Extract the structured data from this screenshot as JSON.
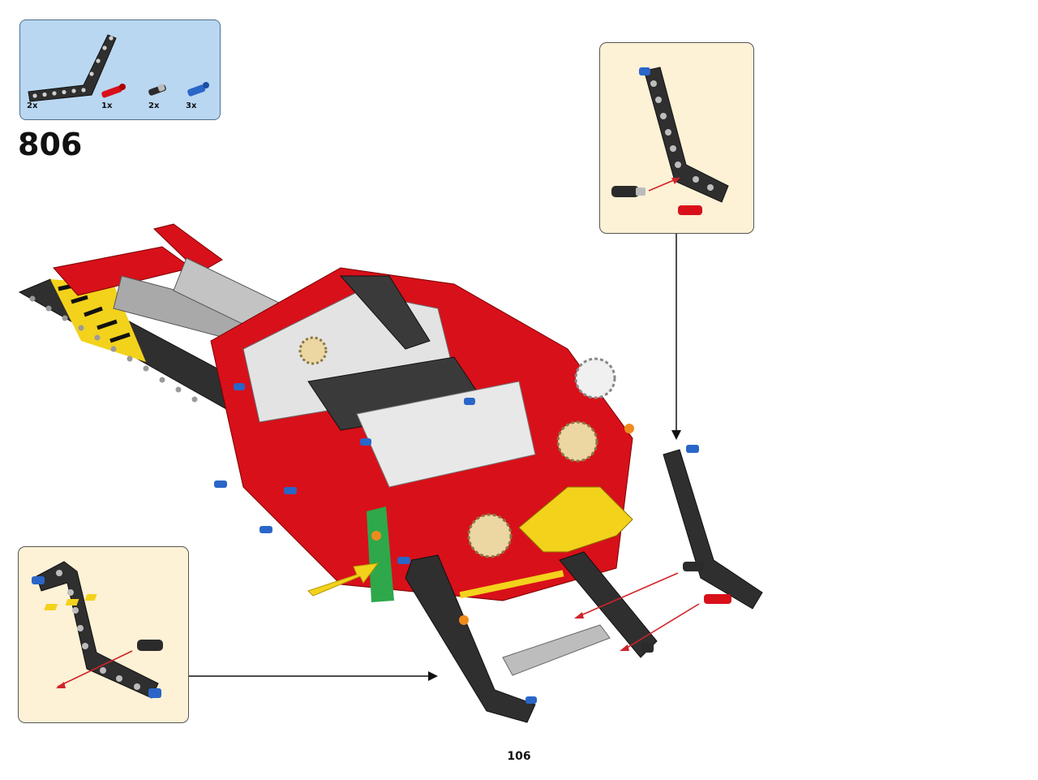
{
  "parts_list": {
    "items": [
      {
        "name": "bent-liftarm-icon",
        "count": "2x"
      },
      {
        "name": "red-axle-pin-icon",
        "count": "1x"
      },
      {
        "name": "black-axle-pin-icon",
        "count": "2x"
      },
      {
        "name": "blue-axle-pin-icon",
        "count": "3x"
      }
    ]
  },
  "step": {
    "number": "806"
  },
  "page": {
    "number": "106"
  },
  "colors": {
    "parts_bg": "#b9d7f1",
    "callout_bg": "#fdf1d6",
    "liftarm": "#2f2f2f",
    "red": "#d8101a",
    "blue": "#2a66c8",
    "yellow": "#f3d21c",
    "arrow": "#d2232a"
  }
}
